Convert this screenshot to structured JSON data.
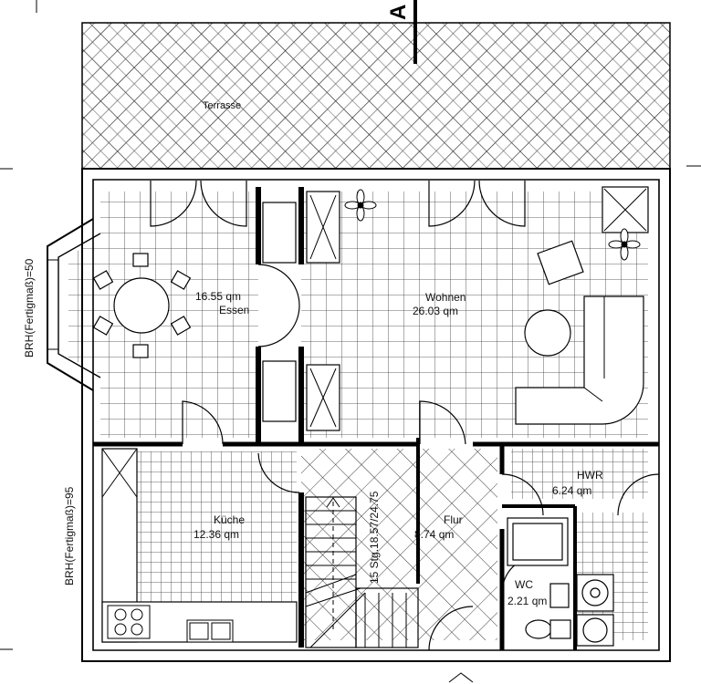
{
  "plan": {
    "section_marker": "A",
    "rooms": [
      {
        "name": "Terrasse",
        "area": ""
      },
      {
        "name": "Essen",
        "area": "16.55 qm"
      },
      {
        "name": "Wohnen",
        "area": "26.03 qm"
      },
      {
        "name": "Küche",
        "area": "12.36 qm"
      },
      {
        "name": "Flur",
        "area": "8.74 qm"
      },
      {
        "name": "HWR",
        "area": "6.24 qm"
      },
      {
        "name": "WC",
        "area": "2.21 qm"
      }
    ],
    "window_labels": {
      "left_upper": "BRH(Fertigmaß)=50",
      "left_lower": "BRH(Fertigmaß)=95"
    },
    "stair_label": "15 Stg.18.57/24.75"
  }
}
